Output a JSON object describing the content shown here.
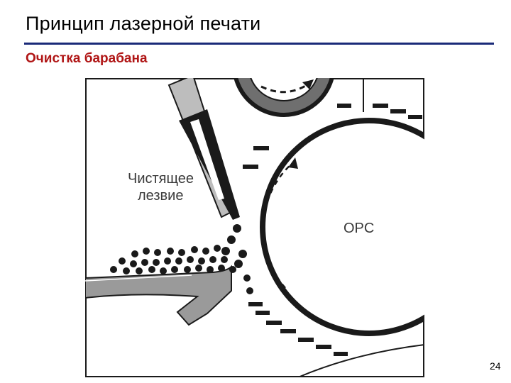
{
  "slide": {
    "title": "Принцип лазерной печати",
    "subtitle": "Очистка барабана",
    "page_number": "24"
  },
  "diagram": {
    "blade_label_line1": "Чистящее",
    "blade_label_line2": "лезвие",
    "drum_label": "OPC"
  },
  "colors": {
    "title_rule": "#1a2a78",
    "subtitle": "#b01515",
    "toner": "#1a1a1a",
    "chute": "#9a9a9a",
    "blade_body": "#bdbdbd",
    "roller_fill": "#6f6f6f"
  }
}
